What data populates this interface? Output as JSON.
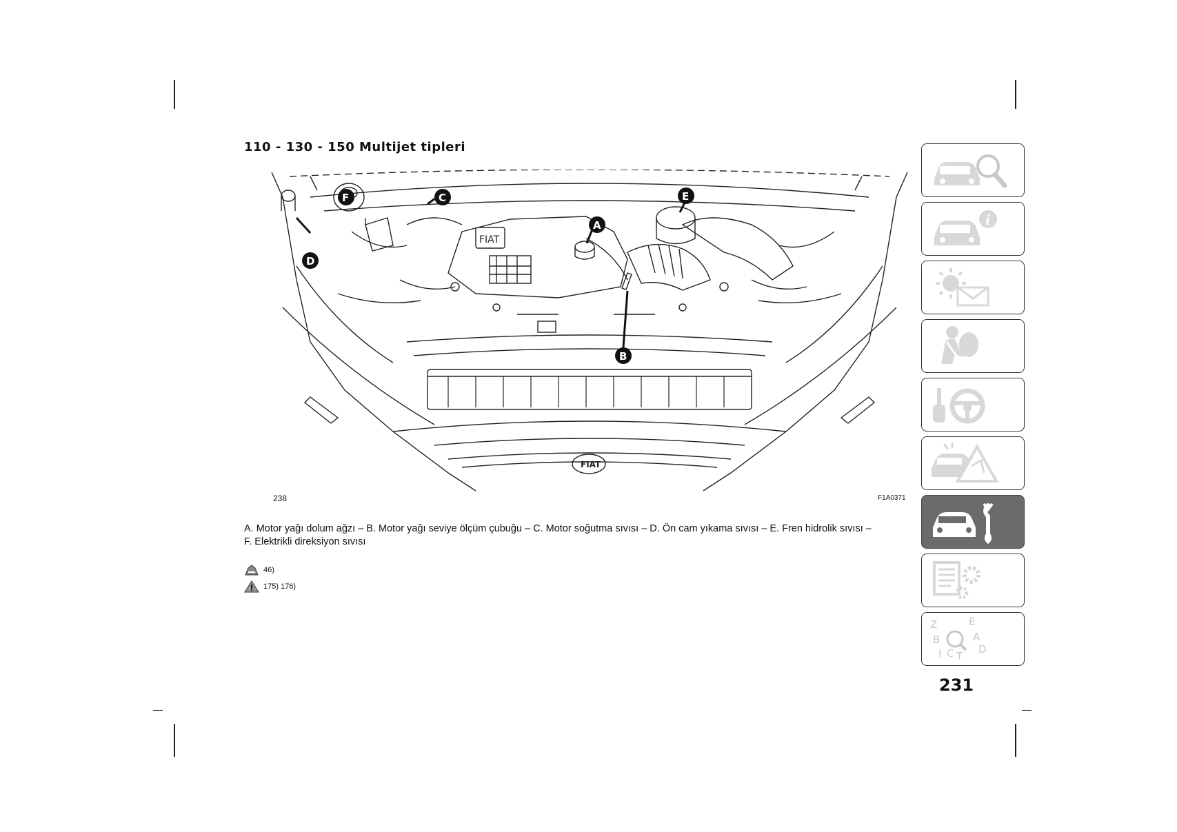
{
  "heading": "110 - 130 - 150 Multijet tipleri",
  "figure": {
    "number": "238",
    "code": "F1A0371",
    "callouts": [
      "A",
      "B",
      "C",
      "D",
      "E",
      "F"
    ]
  },
  "caption": {
    "line1": "A. Motor yağı dolum ağzı – B. Motor yağı seviye ölçüm çubuğu – C. Motor soğutma sıvısı – D. Ön cam yıkama sıvısı – E. Fren hidrolik sıvısı –",
    "line2": "F. Elektrikli direksiyon sıvısı"
  },
  "references": [
    {
      "icon": "environment-icon",
      "text": "46)"
    },
    {
      "icon": "warning-icon",
      "text": "175) 176)"
    }
  ],
  "tabs": [
    {
      "icon": "car-search-icon",
      "active": false
    },
    {
      "icon": "car-info-icon",
      "active": false
    },
    {
      "icon": "lights-message-icon",
      "active": false
    },
    {
      "icon": "airbag-passenger-icon",
      "active": false
    },
    {
      "icon": "key-steering-icon",
      "active": false
    },
    {
      "icon": "car-emergency-icon",
      "active": false
    },
    {
      "icon": "car-wrench-icon",
      "active": true
    },
    {
      "icon": "document-gears-icon",
      "active": false
    },
    {
      "icon": "alphabetical-index-icon",
      "active": false
    }
  ],
  "index_letters": [
    "Z",
    "E",
    "B",
    "A",
    "D",
    "I",
    "C",
    "T"
  ],
  "page_number": "231"
}
